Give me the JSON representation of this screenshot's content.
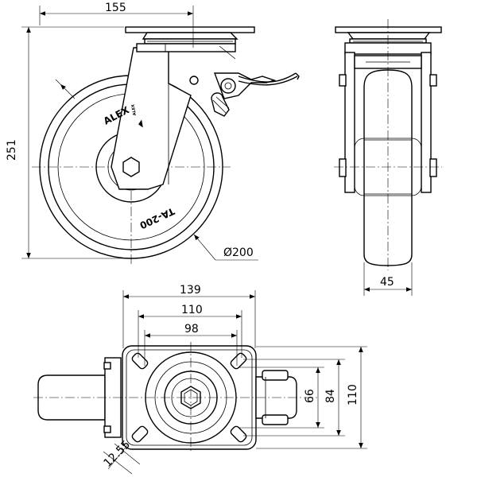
{
  "dimensions": {
    "mount_width": "155",
    "height": "251",
    "diameter": "Ø200",
    "wheel_width": "45",
    "plate_width": "139",
    "hole_pitch_a": "110",
    "hole_pitch_b": "98",
    "hole_pitch_c": "66",
    "hole_pitch_d": "84",
    "plate_length": "110",
    "slot_size": "12.55"
  },
  "wheel_labels": {
    "brand": "ALEX",
    "model": "TA-200",
    "small_logo": "ALEX"
  },
  "colors": {
    "line": "#000000",
    "background": "#ffffff"
  }
}
